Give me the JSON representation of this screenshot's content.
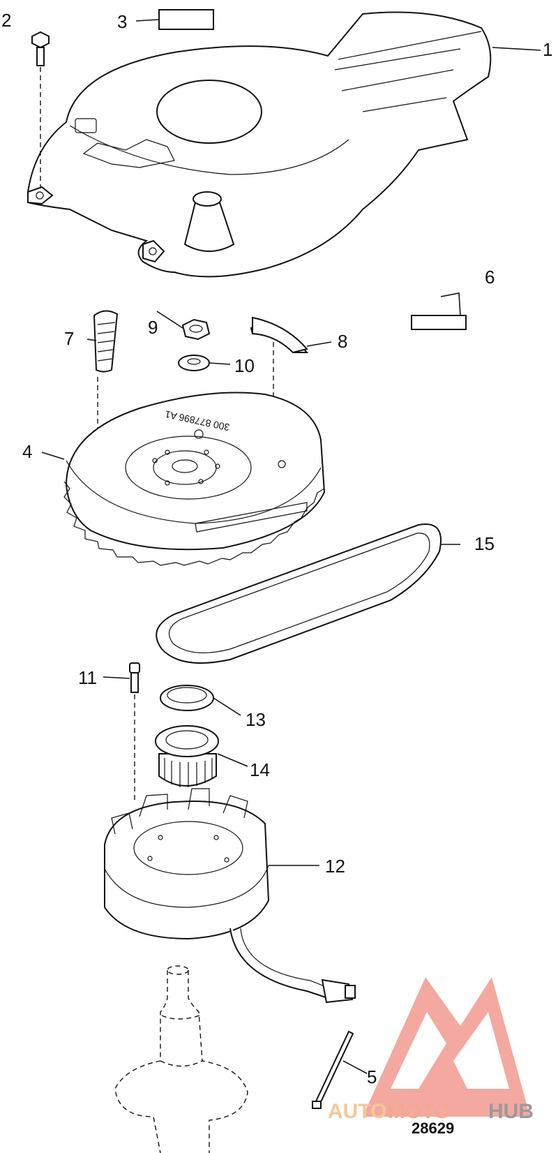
{
  "callouts": {
    "c1": "1",
    "c2": "2",
    "c3": "3",
    "c4": "4",
    "c5": "5",
    "c6": "6",
    "c7": "7",
    "c8": "8",
    "c9": "9",
    "c10": "10",
    "c11": "11",
    "c12": "12",
    "c13": "13",
    "c14": "14",
    "c15": "15"
  },
  "figure_number": "28629",
  "flywheel_marking": "300 877896 A1",
  "watermark": {
    "part1": "AUTO",
    "part2": "MOTO",
    "part3": "HUB",
    "colors": {
      "logo": "#f08a7e",
      "auto": "#f4c896",
      "moto": "#f4a890",
      "hub": "#9a9a9a"
    }
  }
}
